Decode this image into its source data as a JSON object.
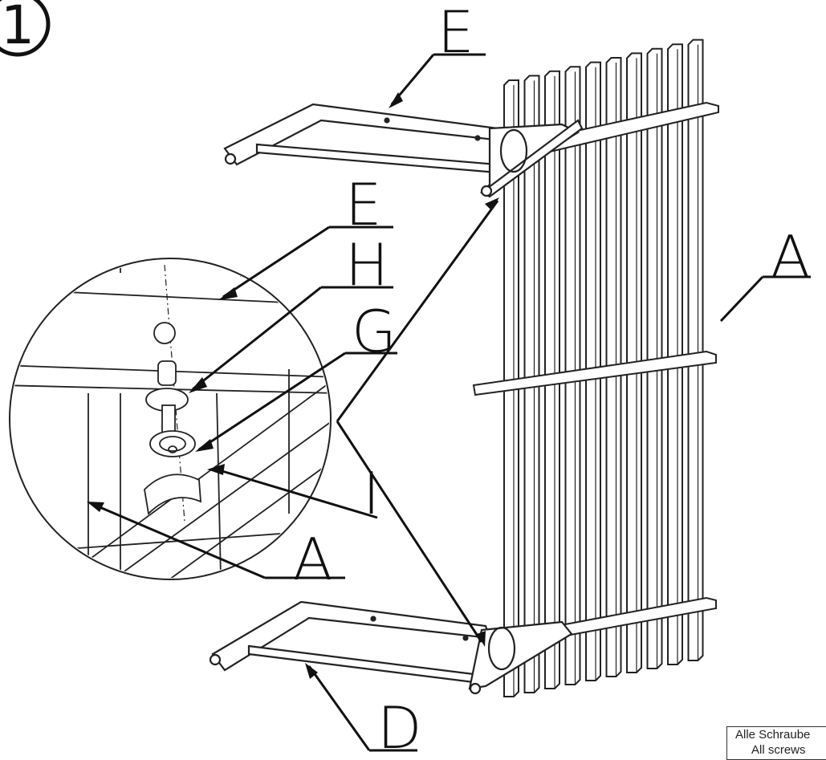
{
  "step_number": "1",
  "labels": {
    "top_frame": "E",
    "detail_frame": "E",
    "washer": "H",
    "bolt_head": "G",
    "nut": "I",
    "detail_panel": "A",
    "panel": "A",
    "bottom_frame": "D"
  },
  "note": {
    "line1": "Alle Schraube",
    "line2": "All screws"
  }
}
